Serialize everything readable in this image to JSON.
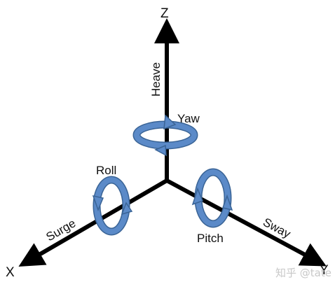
{
  "axes": {
    "z": {
      "letter": "Z",
      "translation": "Heave",
      "rotation": "Yaw"
    },
    "x": {
      "letter": "X",
      "translation": "Surge",
      "rotation": "Roll"
    },
    "y": {
      "letter": "Y",
      "translation": "Sway",
      "rotation": "Pitch"
    }
  },
  "watermark": "知乎 @tate",
  "colors": {
    "axis": "#000000",
    "ring_fill": "#5b8ac8",
    "ring_edge": "#3a6496"
  }
}
